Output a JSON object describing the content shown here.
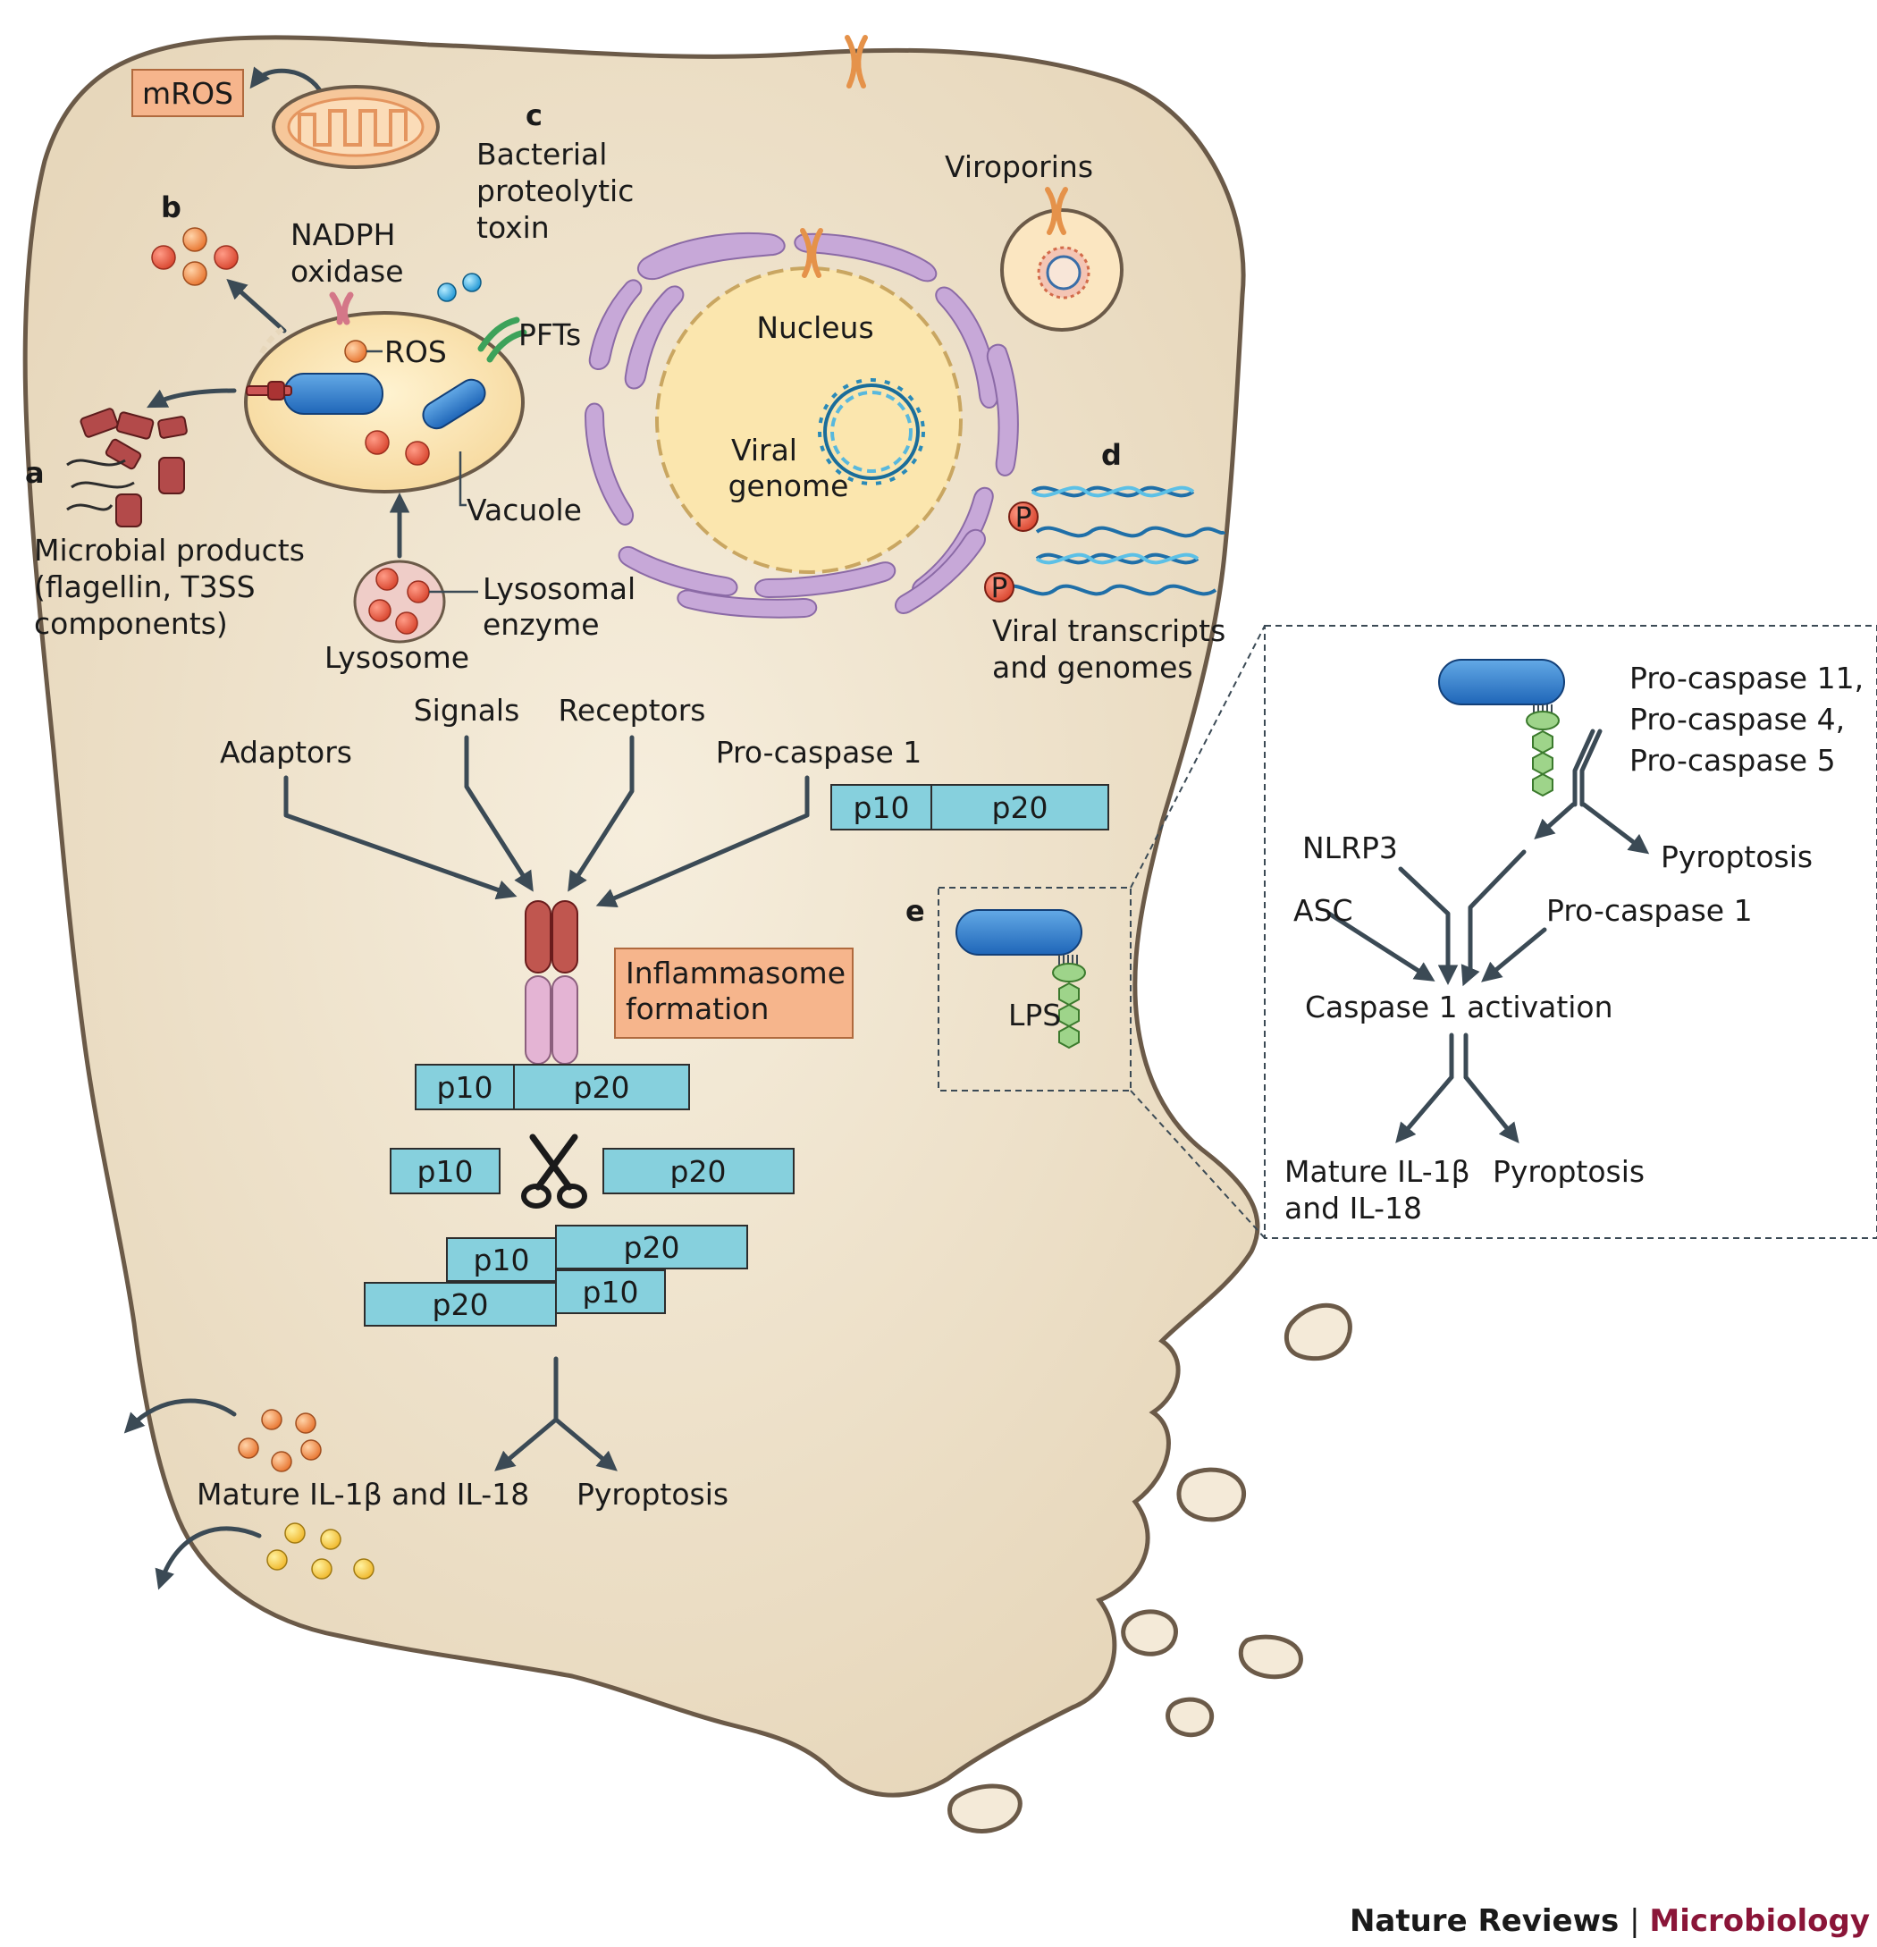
{
  "labels": {
    "mros": "mROS",
    "panel_a": "a",
    "panel_b": "b",
    "panel_c": "c",
    "panel_d": "d",
    "panel_e": "e",
    "toxin_1": "Bacterial",
    "toxin_2": "proteolytic",
    "toxin_3": "toxin",
    "nadph_1": "NADPH",
    "nadph_2": "oxidase",
    "ros": "ROS",
    "pfts": "PFTs",
    "vacuole": "Vacuole",
    "microbial_1": "Microbial products",
    "microbial_2": "(flagellin, T3SS",
    "microbial_3": "components)",
    "lysosome": "Lysosome",
    "lysosomal_1": "Lysosomal",
    "lysosomal_2": "enzyme",
    "viroporins": "Viroporins",
    "nucleus": "Nucleus",
    "viral_genome_1": "Viral",
    "viral_genome_2": "genome",
    "phospho": "P",
    "viral_transcripts_1": "Viral transcripts",
    "viral_transcripts_2": "and genomes",
    "adaptors": "Adaptors",
    "signals": "Signals",
    "receptors": "Receptors",
    "pro_caspase_1": "Pro-caspase 1",
    "p10": "p10",
    "p20": "p20",
    "inflammasome_1": "Inflammasome",
    "inflammasome_2": "formation",
    "mature_il": "Mature IL-1β and IL-18",
    "pyroptosis": "Pyroptosis",
    "lps": "LPS",
    "caspase_11": "Pro-caspase 11,",
    "caspase_4": "Pro-caspase 4,",
    "caspase_5": "Pro-caspase 5",
    "pyroptosis_box": "Pyroptosis",
    "nlrp3": "NLRP3",
    "asc": "ASC",
    "pro_caspase_1_box": "Pro-caspase 1",
    "caspase_activation": "Caspase 1 activation",
    "mature_box_1": "Mature IL-1β",
    "mature_box_2": "and IL-18",
    "pyroptosis_box_2": "Pyroptosis"
  },
  "credit": {
    "journal": "Nature Reviews",
    "separator": "|",
    "section": "Microbiology"
  },
  "colors": {
    "cytoplasm": "#ecdfc6",
    "membrane": "#6b5a48",
    "caspase_domain": "#86d0dd",
    "highlight_box": "#f6b58c",
    "arrow": "#3b4a55",
    "credit_accent": "#8a1538"
  }
}
